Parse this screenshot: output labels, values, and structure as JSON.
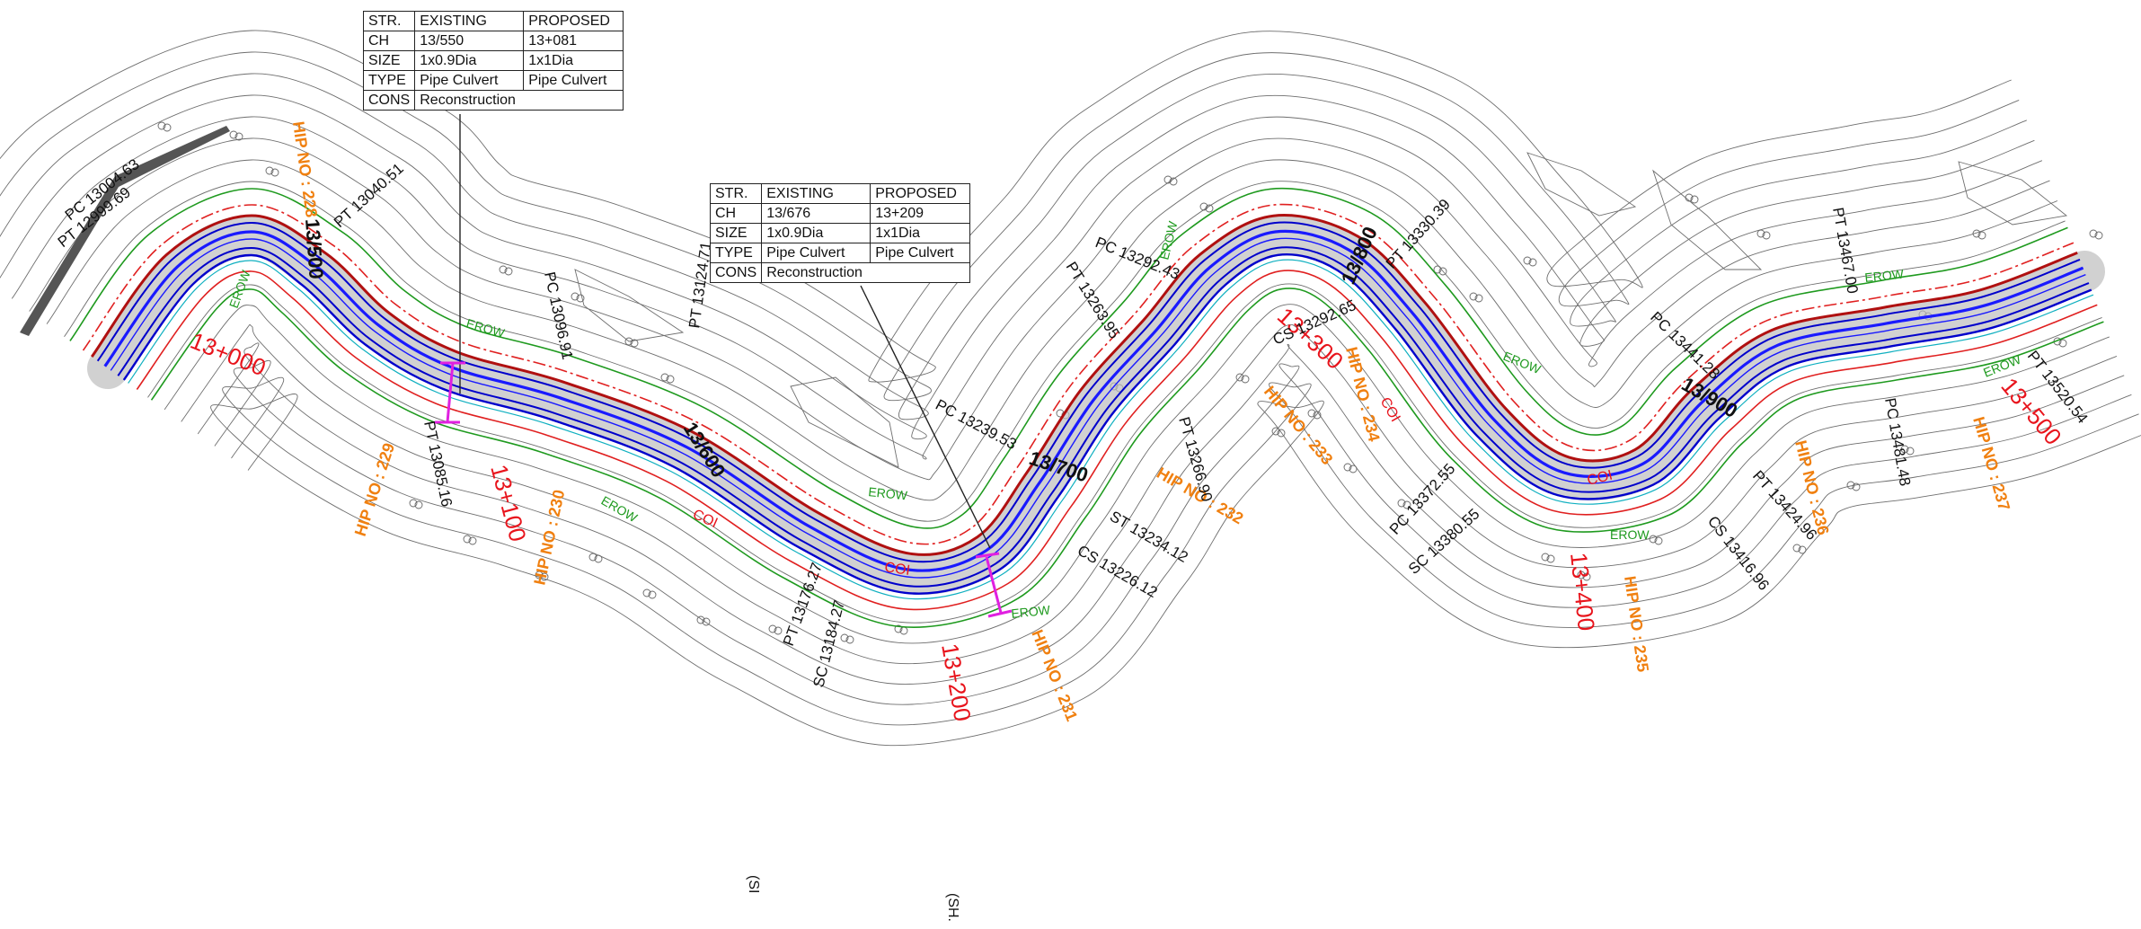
{
  "structures": [
    {
      "rows": [
        {
          "key": "STR.",
          "existing": "EXISTING",
          "proposed": "PROPOSED"
        },
        {
          "key": "CH",
          "existing": "13/550",
          "proposed": "13+081"
        },
        {
          "key": "SIZE",
          "existing": "1x0.9Dia",
          "proposed": "1x1Dia"
        },
        {
          "key": "TYPE",
          "existing": "Pipe Culvert",
          "proposed": "Pipe Culvert"
        },
        {
          "key": "CONS",
          "existing": "Reconstruction",
          "proposed": ""
        }
      ]
    },
    {
      "rows": [
        {
          "key": "STR.",
          "existing": "EXISTING",
          "proposed": "PROPOSED"
        },
        {
          "key": "CH",
          "existing": "13/676",
          "proposed": "13+209"
        },
        {
          "key": "SIZE",
          "existing": "1x0.9Dia",
          "proposed": "1x1Dia"
        },
        {
          "key": "TYPE",
          "existing": "Pipe Culvert",
          "proposed": "Pipe Culvert"
        },
        {
          "key": "CONS",
          "existing": "Reconstruction",
          "proposed": ""
        }
      ]
    }
  ],
  "chainage_labels": [
    "13+000",
    "13+100",
    "13+200",
    "13+300",
    "13+400",
    "13+500"
  ],
  "existing_km_labels": [
    "13/500",
    "13/600",
    "13/700",
    "13/800",
    "13/900"
  ],
  "hip_labels": [
    "HIP NO : 228",
    "HIP NO : 229",
    "HIP NO : 230",
    "HIP NO : 231",
    "HIP NO : 232",
    "HIP NO : 233",
    "HIP NO : 234",
    "HIP NO : 235",
    "HIP NO : 236",
    "HIP NO : 237"
  ],
  "curve_labels": [
    "PC 13004.63",
    "PT 12999.69",
    "PT 13040.51",
    "PC 13096.91",
    "PT 13085.16",
    "PT 13124.71",
    "PC 13239.53",
    "PT 13176.27",
    "SC 13184.27",
    "PT 13263.95",
    "PC 13292.43",
    "PT 13330.39",
    "CS 13292.65",
    "PT 13266.90",
    "ST 13234.12",
    "CS 13226.12",
    "PC 13372.55",
    "SC 13380.55",
    "PC 13441.28",
    "PT 13467.00",
    "PT 13424.96",
    "CS 13416.96",
    "PC 13481.48",
    "PT 13520.54"
  ],
  "boundary_label": "EROW",
  "centerline_label": "COI",
  "misc_labels": [
    "(SH.",
    "(SI"
  ],
  "colors": {
    "contour": "#6e6e6e",
    "centerline": "#1a1aff",
    "road_edge": "#0000cc",
    "existing_road": "#b01010",
    "row_line": "#e02020",
    "erow": "#1f9a1f",
    "chainage": "#e8141c",
    "hip": "#f08010",
    "culvert": "#e020e0",
    "shade": "#bdbdbd",
    "cyan": "#10b0c0"
  }
}
